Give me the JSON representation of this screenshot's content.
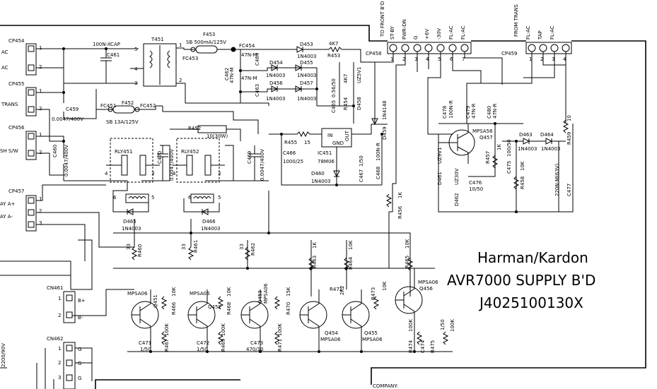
{
  "title_block": {
    "brand": "Harman/Kardon",
    "board": "AVR7000 SUPPLY B'D",
    "part_no": "J4025100130X",
    "company_label": "COMPANY:"
  },
  "connectors": {
    "cp454": {
      "name": "CP454",
      "pins": [
        "1",
        "2"
      ],
      "labels": [
        "AC",
        "AC"
      ]
    },
    "cp455": {
      "name": "CP455",
      "pins": [
        "1",
        "2"
      ],
      "labels": [
        "TRANS"
      ]
    },
    "cp456": {
      "name": "CP456",
      "pins": [
        "1",
        "2"
      ],
      "labels": [
        "SH S/W"
      ]
    },
    "cp457": {
      "name": "CP457",
      "pins": [
        "1",
        "2",
        "3"
      ],
      "labels": [
        "AY A+",
        "AY A-"
      ]
    },
    "cp458": {
      "name": "CP458",
      "header": "TO FRONT B'D",
      "pins": [
        "1",
        "2",
        "3",
        "4",
        "5",
        "6",
        "7"
      ],
      "signals": [
        "ST-BY",
        "PWR-DN",
        "G",
        "+6V",
        "-30V",
        "FL-AC",
        "FL-AC"
      ]
    },
    "cp459": {
      "name": "CP459",
      "header": "FROM TRANS",
      "pins": [
        "1",
        "2",
        "3",
        "4"
      ],
      "signals": [
        "FL-AC",
        "TAP",
        "FL-AC"
      ]
    },
    "cn461": {
      "name": "CN461",
      "pins": [
        "1",
        "2"
      ],
      "labels": [
        "B+",
        "B-"
      ]
    },
    "cn462": {
      "name": "CN462",
      "pins": [
        "1",
        "2",
        "3"
      ],
      "labels": [
        "G",
        "G",
        "G"
      ]
    }
  },
  "components": {
    "t451": "T451",
    "c461": "C461",
    "xcap": "100N-XCAP",
    "tpin1": "1",
    "tpin3": "3",
    "tpin4": "4",
    "tpin5": "5",
    "tpin2": "2",
    "f453": "F453",
    "f453_val": "SB 500mA/125V",
    "fc453": "FC453",
    "fc454": "FC454",
    "f452": "F452",
    "f452_val": "SB 13A/125V",
    "fc451": "FC451",
    "fc452": "FC452",
    "c459": "C459",
    "c459_val": "0.0047/400V",
    "c460": "C460",
    "c460_val": "0.0047/400V",
    "c462": "C462",
    "c462_val": "47N-M",
    "c463": "C463",
    "c463_val": "47N-M",
    "c464": "C464",
    "c464_val": "47N-M",
    "d453": "D453",
    "d453_val": "1N4003",
    "d454": "D454",
    "d454_val": "1N4003",
    "d455": "D455",
    "d455_val": "1N4003",
    "d456": "D456",
    "d456_val": "1N4003",
    "d457": "D457",
    "d457_val": "1N4003",
    "r453": "R453",
    "r453_val": "4K7",
    "r454": "R454",
    "r454_val": "4K7",
    "c465": "C465",
    "c465_val": "0.56/50",
    "d458": "D458",
    "d458_val": "UZ5V1",
    "d459": "D459",
    "d459_val": "1N4148",
    "r452": "R452",
    "r452_val": "10(30W)",
    "rly451": "RLY451",
    "rly452": "RLY452",
    "c470": "C470",
    "c470_val": "0.0047/400V",
    "c469": "C469",
    "c469_val": "0.0047/400V",
    "r455": "R455",
    "r455_val": "15",
    "c466": "C466",
    "c466_val": "1000/25",
    "ic451": "IC451",
    "ic451_val": "78M06",
    "ic_in": "IN",
    "ic_gnd": "GND",
    "ic_out": "OUT",
    "c467": "C467",
    "c467_val": "1/50",
    "c468": "C468",
    "c468_val": "100N-R",
    "d460": "D460",
    "d460_val": "1N4003",
    "c478": "C478",
    "c478_val": "100N-R",
    "c479": "C479",
    "c479_val": "47N-R",
    "c480": "C480",
    "c480_val": "47N-R",
    "q457": "Q457",
    "q457_val": "MPSA56",
    "d461": "D461",
    "d461_val": "UZ9V1",
    "d462": "D462",
    "d462_val": "UZ30V",
    "r457": "R457",
    "r457_val": "1K",
    "c475": "C475",
    "c475_val": "100/50",
    "c476": "C476",
    "c476_val": "10/50",
    "r458": "R458",
    "r458_val": "10K",
    "d463": "D463",
    "d463_val": "1N4003",
    "d464": "D464",
    "d464_val": "1N4003",
    "r459": "R459",
    "r459_val": "10",
    "c477": "C477",
    "c477_val": "220N-M(63V)",
    "r456": "R456",
    "r456_val": "1K",
    "d465": "D465",
    "d465_val": "1N4003",
    "d466": "D466",
    "d466_val": "1N4003",
    "r460": "R460",
    "r460_val": "33",
    "r461": "R461",
    "r461_val": "33",
    "r462": "R462",
    "r462_val": "33",
    "r463": "R463",
    "r463_val": "1K",
    "r464": "R464",
    "r464_val": "10K",
    "r465": "R465",
    "r465_val": "10K",
    "q451": "Q451",
    "q451_val": "MPSA06",
    "q452": "Q452",
    "q452_val": "MPSA06",
    "q453": "Q453",
    "q453_val": "MPSA06",
    "q454": "Q454",
    "q454_val": "MPSA06",
    "q455": "Q455",
    "q455_val": "MPSA06",
    "q456": "Q456",
    "q456_val": "MPSA06",
    "r466": "R466",
    "r466_val": "10K",
    "r467": "R467",
    "r467_val": "100K",
    "c471": "C471",
    "c471_val": "1/50",
    "r468": "R468",
    "r468_val": "10K",
    "r469": "R469",
    "r469_val": "100K",
    "c472": "C472",
    "c472_val": "1/50",
    "r470": "R470",
    "r470_val": "15K",
    "r471": "R471",
    "r471_val": "100K",
    "c473": "C473",
    "c473_val": "470/10",
    "r472": "R472",
    "r472_val": "2K2",
    "r473": "R473",
    "r473_val": "10K",
    "r474": "R474",
    "r474_val": "100K",
    "c474": "C474",
    "c474_val": "1/50",
    "r475": "R475",
    "r475_val": "100K",
    "p4": "4",
    "p3": "3",
    "p6": "6",
    "p5": "5",
    "edge_val": "2200/90V"
  }
}
